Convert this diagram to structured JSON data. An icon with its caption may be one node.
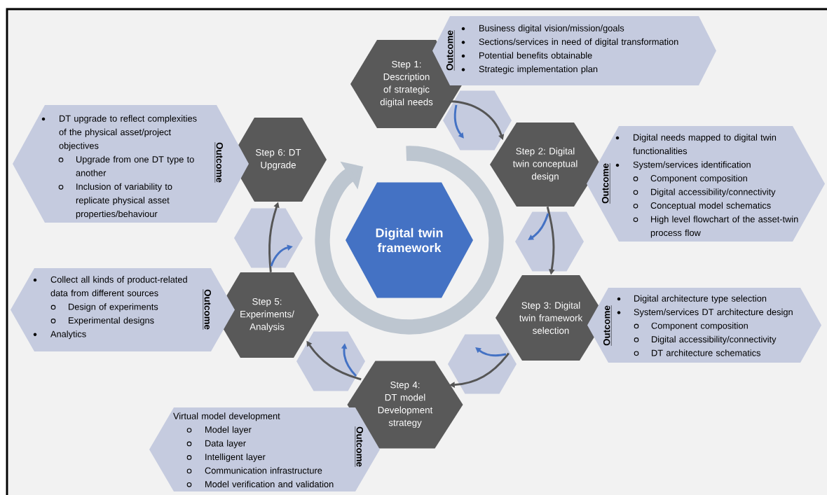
{
  "diagram": {
    "nodes": [
      {
        "text": [
          "Digital twin framework"
        ]
      },
      {
        "text": [
          "Step 1: Description of strategic digital needs"
        ]
      },
      {
        "text": [
          "Outcome",
          "Business digital vision/mission/goals",
          "Sections/services in need of digital transformation",
          "Potential benefits obtainable",
          "Strategic implementation plan"
        ]
      },
      {
        "text": [
          "Step 2: Digital twin conceptual design"
        ]
      },
      {
        "text": [
          "Outcome",
          "Digital needs mapped to digital twin functionalities",
          "System/services identification",
          "Component composition",
          "Digital accessibility/connectivity",
          "Conceptual model schematics",
          "High level flowchart of the asset-twin process flow"
        ]
      },
      {
        "text": [
          "Step 3: Digital twin framework selection"
        ]
      },
      {
        "text": [
          "Outcome",
          "Digital architecture type selection",
          "System/services DT architecture design",
          "Component composition",
          "Digital accessibility/connectivity",
          "DT architecture schematics"
        ]
      },
      {
        "text": [
          "Step 4: DT model Development strategy"
        ]
      },
      {
        "text": [
          "Outcome",
          "Virtual model development",
          "Model layer",
          "Data layer",
          "Intelligent layer",
          "Communication infrastructure",
          "Model verification and validation"
        ]
      },
      {
        "text": [
          "Step 5: Experiments/ Analysis"
        ]
      },
      {
        "text": [
          "Outcome",
          "Collect all kinds of product-related data from different sources",
          "Design of experiments",
          "Experimental designs",
          "Analytics"
        ]
      },
      {
        "text": [
          "Step 6: DT Upgrade"
        ]
      },
      {
        "text": [
          "Outcome",
          "DT upgrade to reflect complexities of the physical asset/project objectives",
          "Upgrade from one DT type to another",
          "Inclusion of variability to replicate physical asset properties/behaviour"
        ]
      }
    ],
    "edges": [
      {
        "from": 1,
        "to": 3,
        "arrow": "to"
      },
      {
        "from": 3,
        "to": 5,
        "arrow": "to"
      },
      {
        "from": 5,
        "to": 7,
        "arrow": "to"
      },
      {
        "from": 7,
        "to": 9,
        "arrow": "to"
      },
      {
        "from": 9,
        "to": 11,
        "arrow": "to"
      }
    ]
  }
}
